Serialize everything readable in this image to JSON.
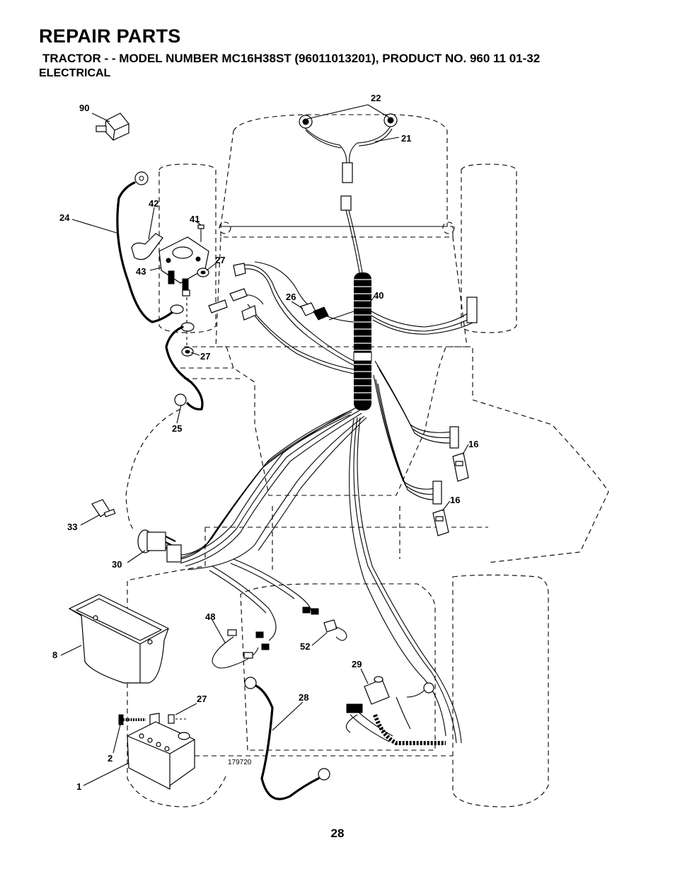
{
  "header": {
    "title": "REPAIR PARTS",
    "subtitle": "TRACTOR - - MODEL NUMBER  MC16H38ST (96011013201), PRODUCT NO. 960 11 01-32",
    "section": "ELECTRICAL"
  },
  "diagram": {
    "reference_number": "179720",
    "callouts": [
      "90",
      "22",
      "21",
      "24",
      "42",
      "41",
      "43",
      "27",
      "26",
      "40",
      "27",
      "25",
      "16",
      "16",
      "33",
      "30",
      "48",
      "52",
      "8",
      "29",
      "27",
      "28",
      "2",
      "1"
    ]
  },
  "footer": {
    "page_number": "28"
  }
}
